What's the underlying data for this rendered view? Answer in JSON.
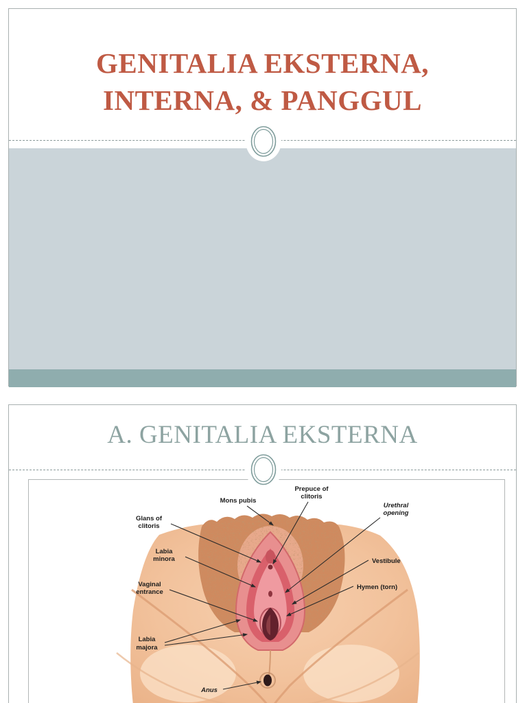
{
  "document": {
    "kind": "presentation-slides-view",
    "slide_count_visible": 2
  },
  "colors": {
    "title_red": "#bf5a44",
    "subtitle_teal": "#8da3a1",
    "band_light": "#cad4d9",
    "band_accent": "#8fadae",
    "ornament_ring": "#7e9c9b",
    "slide_border": "#a8b0b0",
    "divider": "#8a9999",
    "label_ink": "#1c1c1c",
    "skin_base": "#f2c6a2",
    "hair_tone": "#cf8a5f",
    "vulva_outer_pink": "#e88f8f",
    "vulva_inner_red": "#d9606b",
    "opening_dark": "#63212d"
  },
  "slide1": {
    "title_line1": "GENITALIA EKSTERNA,",
    "title_line2": "INTERNA, & PANGGUL"
  },
  "slide2": {
    "title": "A. GENITALIA EKSTERNA",
    "figure": {
      "labels": {
        "mons_pubis": "Mons pubis",
        "prepuce_line1": "Prepuce of",
        "prepuce_line2": "clitoris",
        "urethral_line1": "Urethral",
        "urethral_line2": "opening",
        "glans_line1": "Glans of",
        "glans_line2": "clitoris",
        "labia_minora_line1": "Labia",
        "labia_minora_line2": "minora",
        "vestibule": "Vestibule",
        "vaginal_line1": "Vaginal",
        "vaginal_line2": "entrance",
        "hymen": "Hymen (torn)",
        "labia_majora_line1": "Labia",
        "labia_majora_line2": "majora",
        "anus": "Anus"
      }
    }
  }
}
